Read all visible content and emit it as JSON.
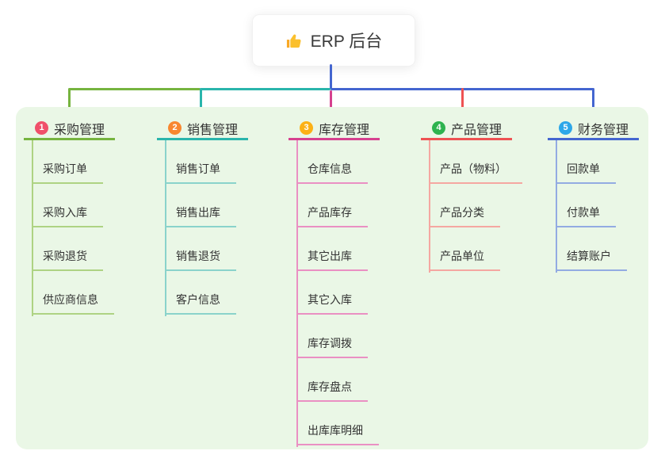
{
  "root": {
    "label": "ERP 后台",
    "icon": "thumbs-up-icon",
    "icon_color": "#fbc02d"
  },
  "colors": {
    "page_bg": "#ffffff",
    "panel_bg": "#eaf7e6",
    "stem": "#4466d0",
    "text": "#333333"
  },
  "branches": [
    {
      "index": "1",
      "title": "采购管理",
      "badge_color": "#f0506a",
      "main_color": "#76b43f",
      "light_color": "#aed383",
      "children": [
        "采购订单",
        "采购入库",
        "采购退货",
        "供应商信息"
      ]
    },
    {
      "index": "2",
      "title": "销售管理",
      "badge_color": "#f8872f",
      "main_color": "#2ab5ac",
      "light_color": "#8ad3cb",
      "children": [
        "销售订单",
        "销售出库",
        "销售退货",
        "客户信息"
      ]
    },
    {
      "index": "3",
      "title": "库存管理",
      "badge_color": "#fcb116",
      "main_color": "#d6418f",
      "light_color": "#ea90c3",
      "children": [
        "仓库信息",
        "产品库存",
        "其它出库",
        "其它入库",
        "库存调拨",
        "库存盘点",
        "出库库明细"
      ]
    },
    {
      "index": "4",
      "title": "产品管理",
      "badge_color": "#2eb34f",
      "main_color": "#ee5253",
      "light_color": "#f5a7a1",
      "children": [
        "产品（物料）",
        "产品分类",
        "产品单位"
      ]
    },
    {
      "index": "5",
      "title": "财务管理",
      "badge_color": "#2da7e9",
      "main_color": "#4466d0",
      "light_color": "#93abe2",
      "children": [
        "回款单",
        "付款单",
        "结算账户"
      ]
    }
  ]
}
